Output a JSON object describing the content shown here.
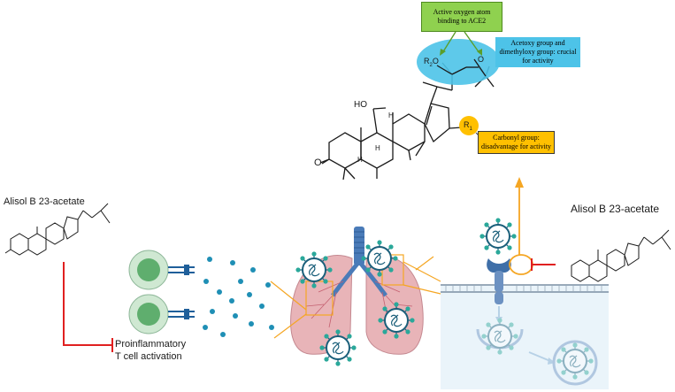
{
  "labels": {
    "active_oxygen": "Active oxygen atom binding to ACE2",
    "acetoxy": "Acetoxy group and dimethyloxy group: crucial for activity",
    "carbonyl": "Carbonyl group: disadvantage for activity",
    "compound_left": "Alisol B 23-acetate",
    "compound_right": "Alisol B 23-acetate",
    "effect_line1": "Proinflammatory",
    "effect_line2": "T cell activation"
  },
  "structure_labels": {
    "ho": "HO",
    "o_ketone": "O",
    "r1": "R",
    "r1_sub": "1",
    "r2": "R",
    "r2_sub": "2",
    "r2_o": "O",
    "epox_o": "O",
    "h_a": "H",
    "h_b": "H",
    "h_c": "H"
  },
  "colors": {
    "green": "#8fd14f",
    "blue": "#4dc3e8",
    "orange": "#ffc000",
    "arrow_orange": "#f5a623",
    "inhibit_red": "#e02020",
    "lung_pink": "#e8b4b8",
    "trachea": "#4a7bb8",
    "cell_green": "#5fae6e",
    "cytokine": "#1f8fb5",
    "virus": "#1a5f7a",
    "membrane": "#b8d8e8"
  }
}
